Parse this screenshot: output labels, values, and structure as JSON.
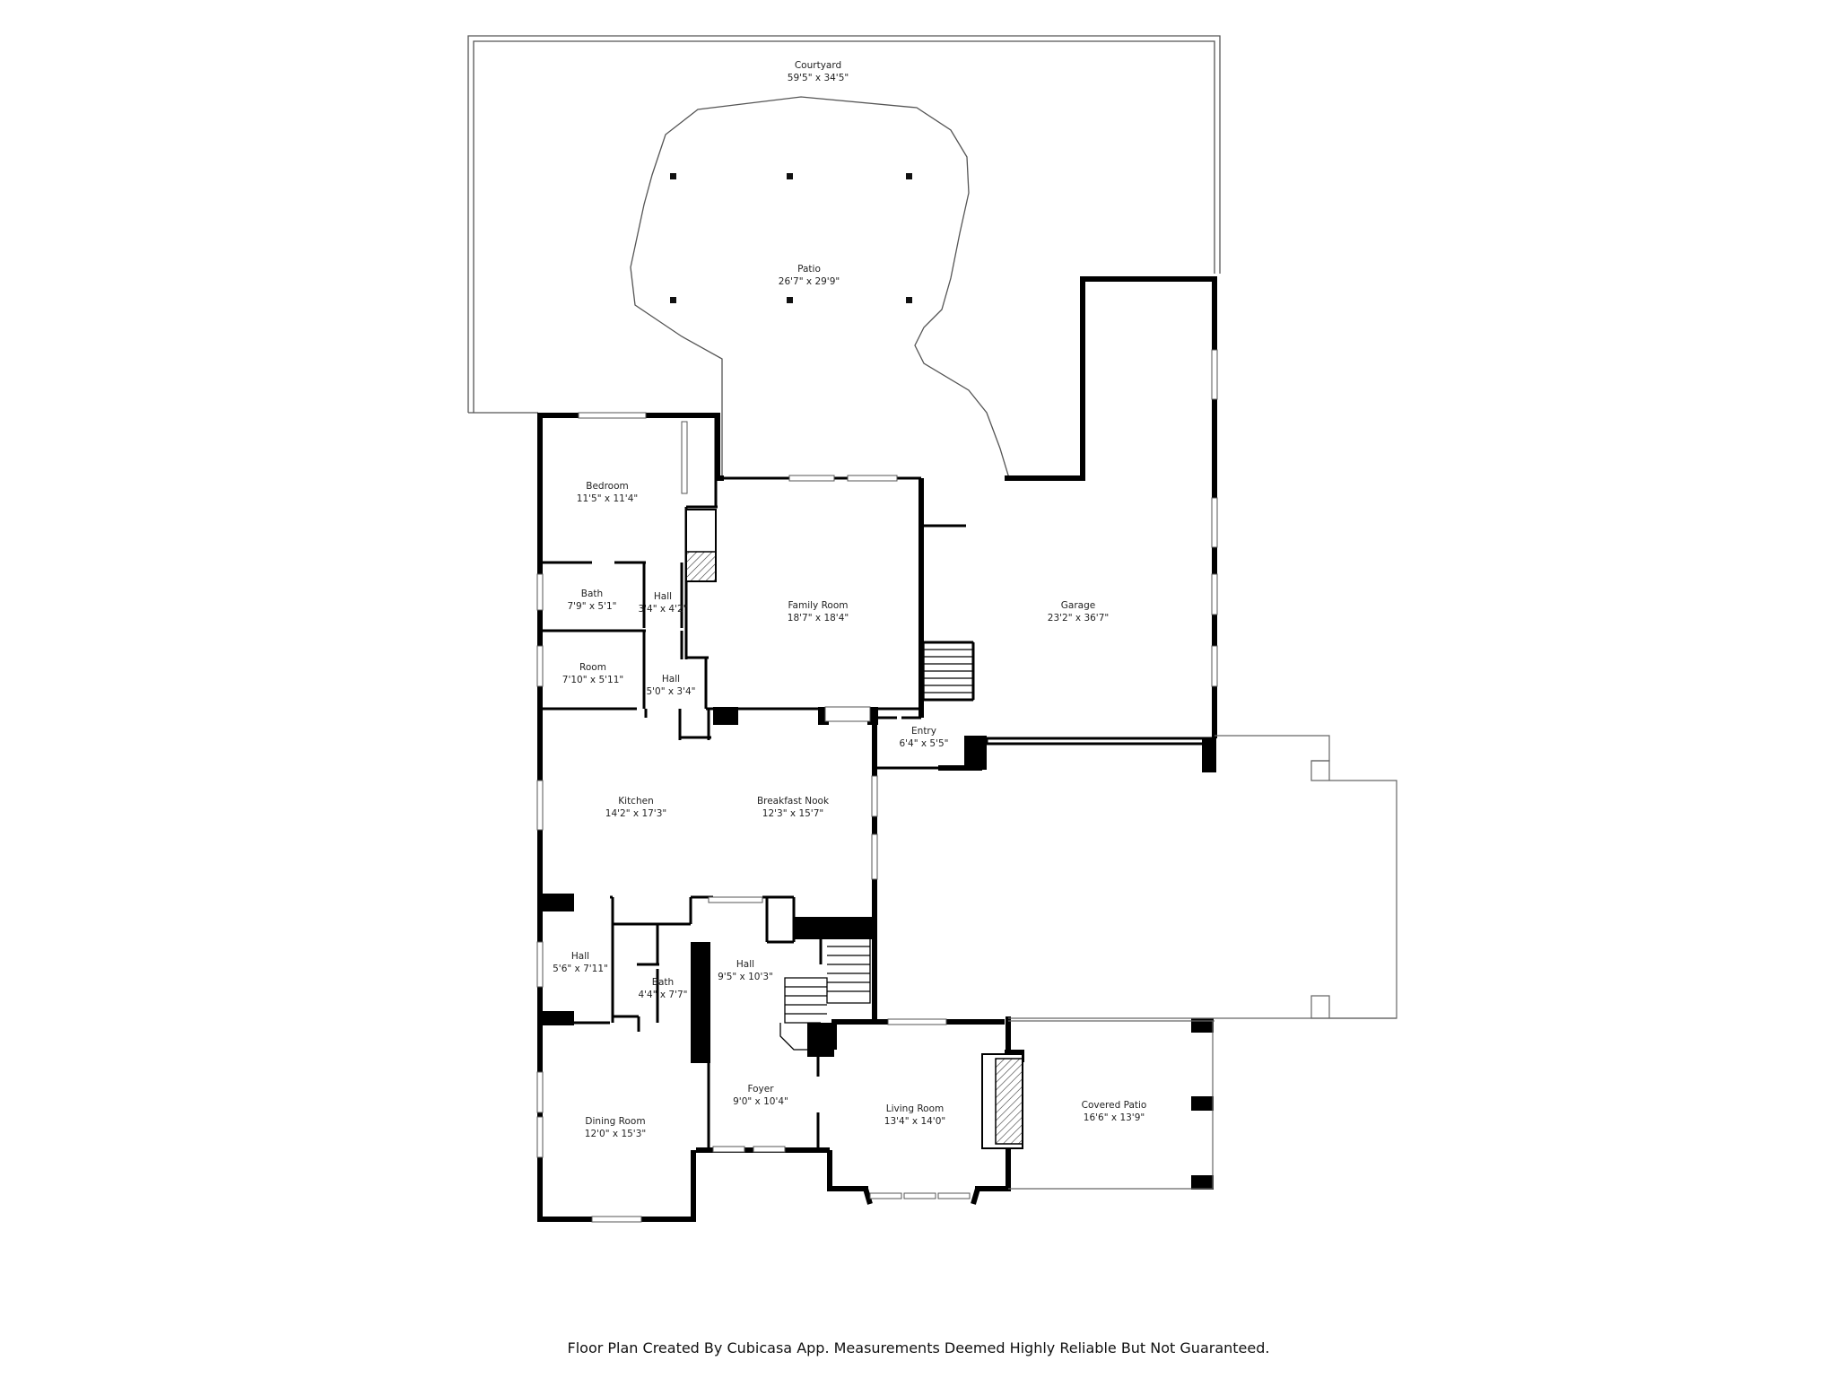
{
  "rooms": [
    {
      "id": "courtyard",
      "name": "Courtyard",
      "dims": "59'5\" x 34'5\""
    },
    {
      "id": "patio",
      "name": "Patio",
      "dims": "26'7\" x 29'9\""
    },
    {
      "id": "bedroom",
      "name": "Bedroom",
      "dims": "11'5\" x 11'4\""
    },
    {
      "id": "bath-upper",
      "name": "Bath",
      "dims": "7'9\" x 5'1\""
    },
    {
      "id": "hall-upper",
      "name": "Hall",
      "dims": "3'4\" x 4'2\""
    },
    {
      "id": "room",
      "name": "Room",
      "dims": "7'10\" x 5'11\""
    },
    {
      "id": "hall-mid",
      "name": "Hall",
      "dims": "5'0\" x 3'4\""
    },
    {
      "id": "family-room",
      "name": "Family Room",
      "dims": "18'7\" x 18'4\""
    },
    {
      "id": "garage",
      "name": "Garage",
      "dims": "23'2\" x 36'7\""
    },
    {
      "id": "entry",
      "name": "Entry",
      "dims": "6'4\" x 5'5\""
    },
    {
      "id": "kitchen",
      "name": "Kitchen",
      "dims": "14'2\" x 17'3\""
    },
    {
      "id": "breakfast-nook",
      "name": "Breakfast Nook",
      "dims": "12'3\" x 15'7\""
    },
    {
      "id": "hall-west",
      "name": "Hall",
      "dims": "5'6\" x 7'11\""
    },
    {
      "id": "bath-lower",
      "name": "Bath",
      "dims": "4'4\" x 7'7\""
    },
    {
      "id": "hall-center",
      "name": "Hall",
      "dims": "9'5\" x 10'3\""
    },
    {
      "id": "foyer",
      "name": "Foyer",
      "dims": "9'0\" x 10'4\""
    },
    {
      "id": "dining-room",
      "name": "Dining Room",
      "dims": "12'0\" x 15'3\""
    },
    {
      "id": "living-room",
      "name": "Living Room",
      "dims": "13'4\" x 14'0\""
    },
    {
      "id": "covered-patio",
      "name": "Covered Patio",
      "dims": "16'6\" x 13'9\""
    }
  ],
  "footer": {
    "disclaimer": "Floor Plan Created By Cubicasa App. Measurements Deemed Highly Reliable But Not Guaranteed."
  }
}
